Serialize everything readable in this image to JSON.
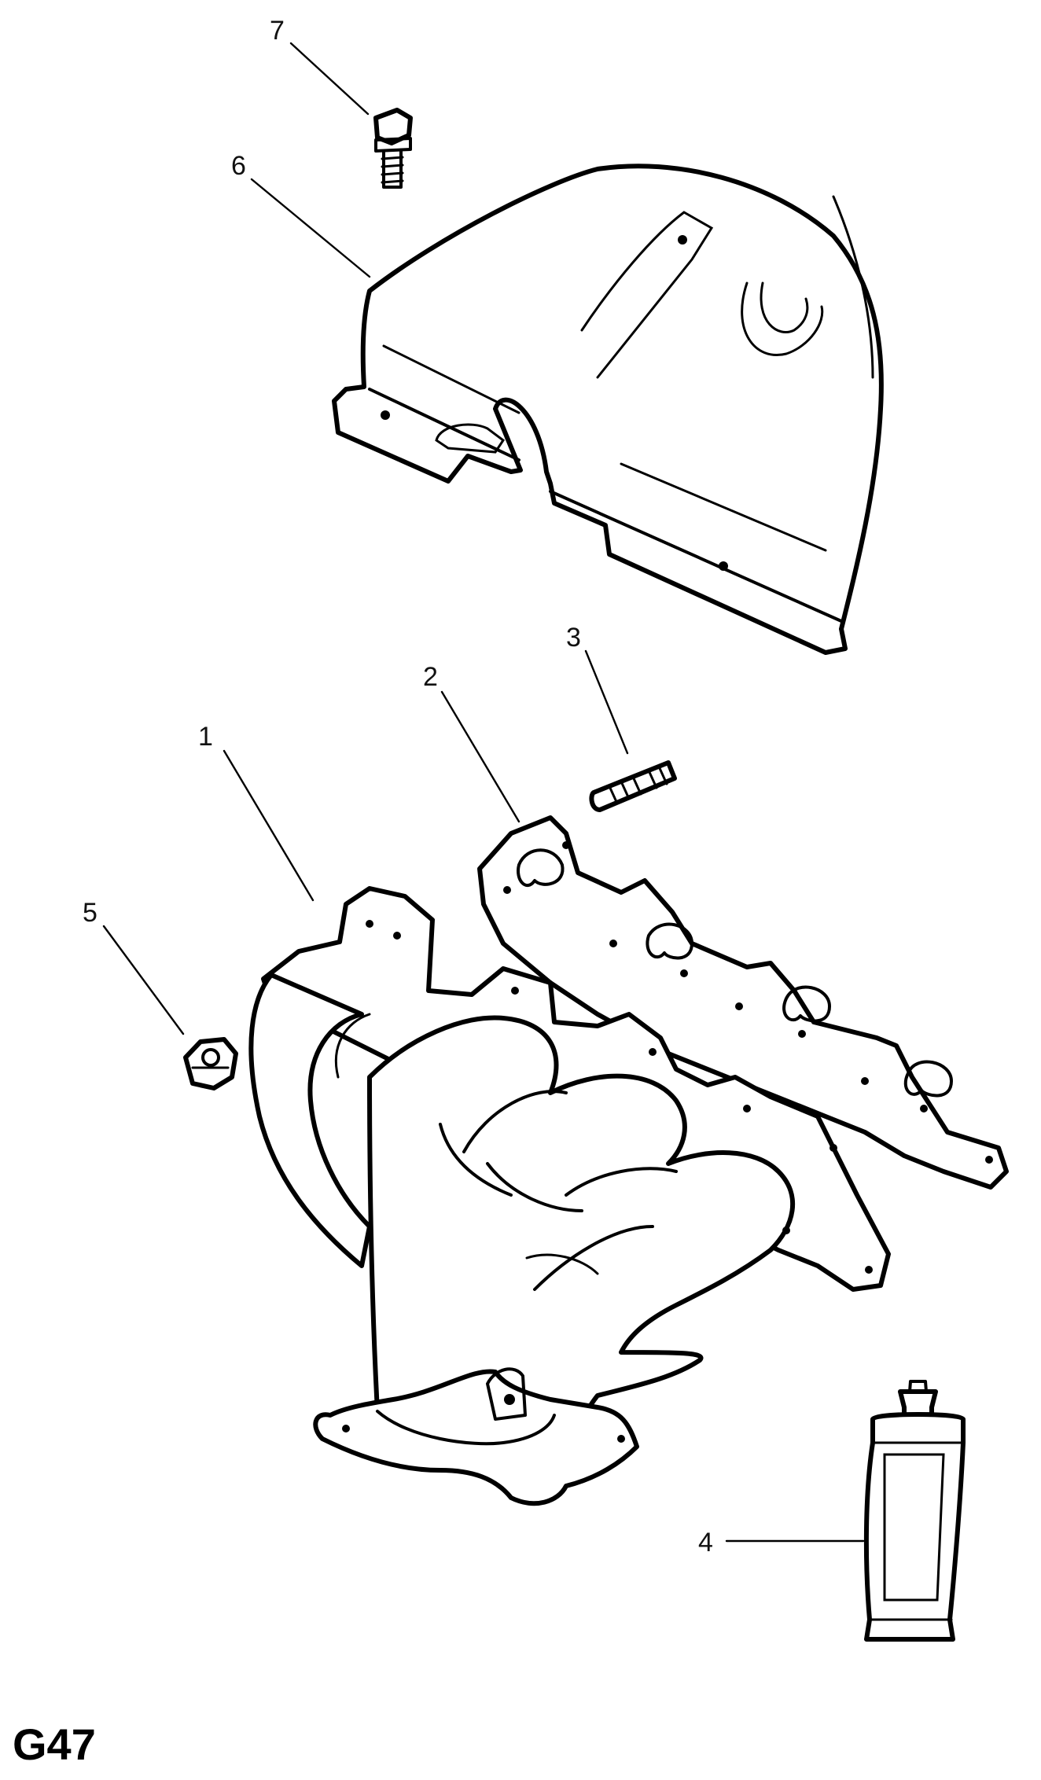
{
  "diagram": {
    "page_code": "G47",
    "callouts": [
      {
        "id": "1",
        "label": "1"
      },
      {
        "id": "2",
        "label": "2"
      },
      {
        "id": "3",
        "label": "3"
      },
      {
        "id": "4",
        "label": "4"
      },
      {
        "id": "5",
        "label": "5"
      },
      {
        "id": "6",
        "label": "6"
      },
      {
        "id": "7",
        "label": "7"
      }
    ]
  }
}
